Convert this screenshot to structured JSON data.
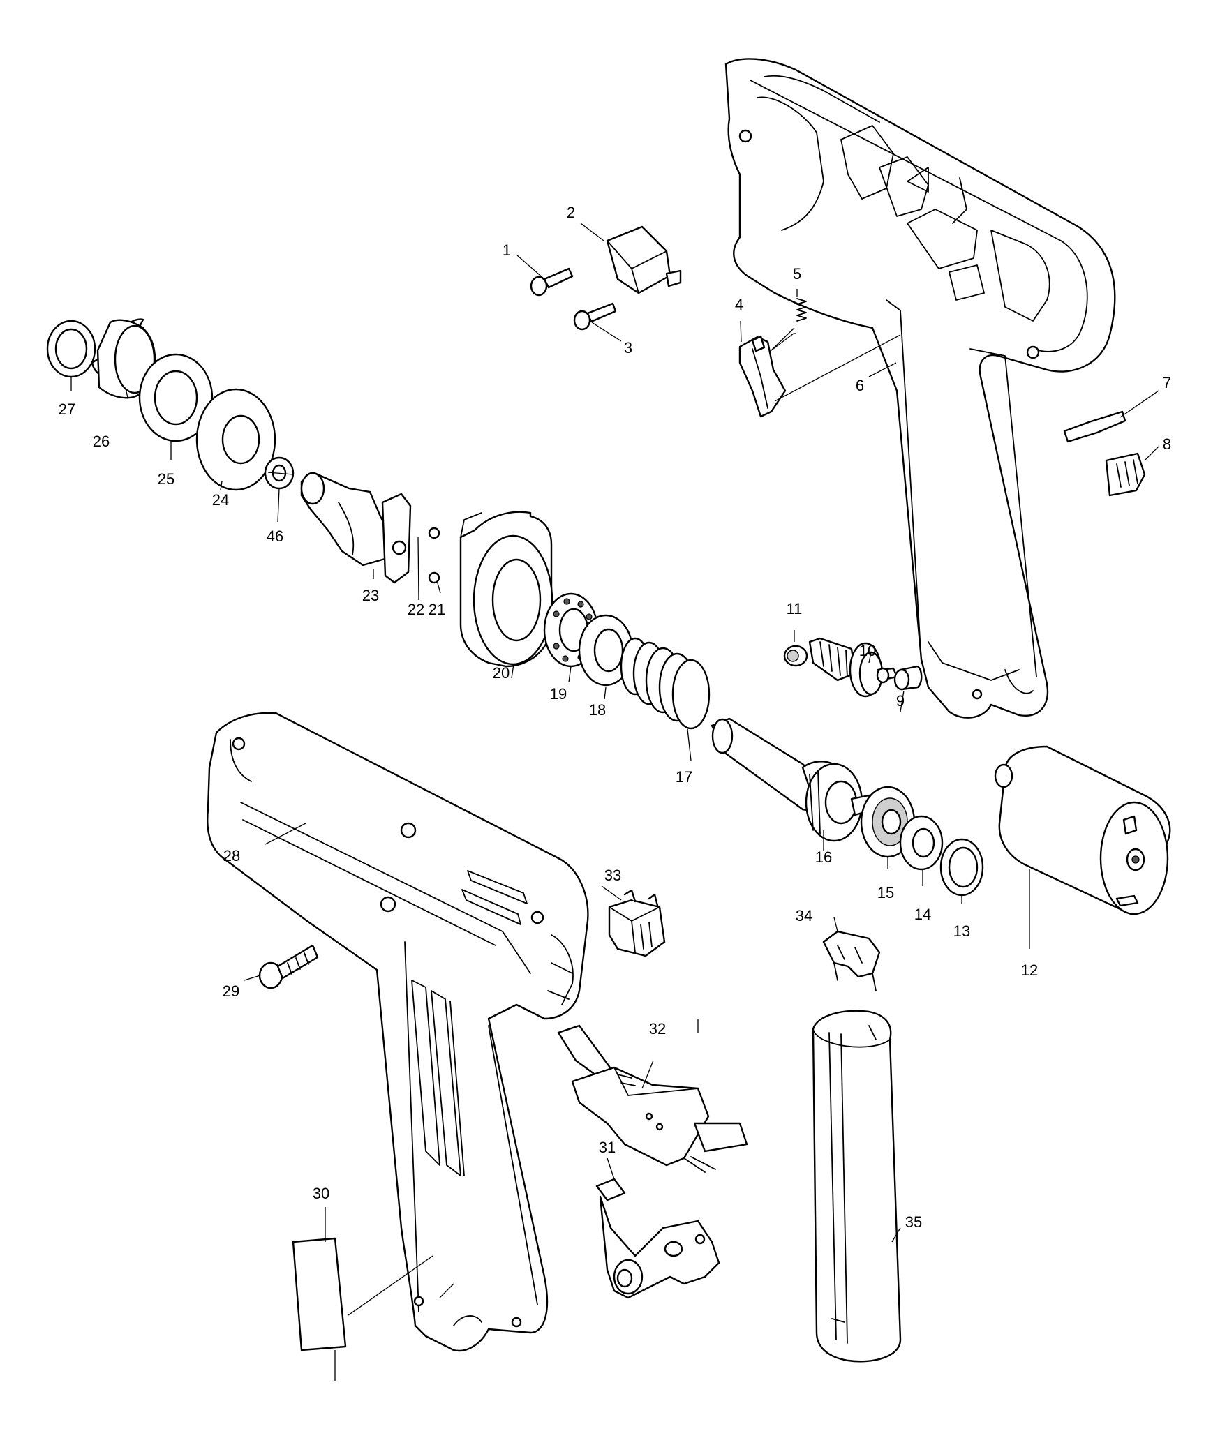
{
  "diagram": {
    "callouts": [
      {
        "id": "c1",
        "label": "1"
      },
      {
        "id": "c2",
        "label": "2"
      },
      {
        "id": "c3",
        "label": "3"
      },
      {
        "id": "c4",
        "label": "4"
      },
      {
        "id": "c5",
        "label": "5"
      },
      {
        "id": "c6",
        "label": "6"
      },
      {
        "id": "c7",
        "label": "7"
      },
      {
        "id": "c8",
        "label": "8"
      },
      {
        "id": "c9",
        "label": "9"
      },
      {
        "id": "c10",
        "label": "10"
      },
      {
        "id": "c11",
        "label": "11"
      },
      {
        "id": "c12",
        "label": "12"
      },
      {
        "id": "c13",
        "label": "13"
      },
      {
        "id": "c14",
        "label": "14"
      },
      {
        "id": "c15",
        "label": "15"
      },
      {
        "id": "c16",
        "label": "16"
      },
      {
        "id": "c17",
        "label": "17"
      },
      {
        "id": "c18",
        "label": "18"
      },
      {
        "id": "c19",
        "label": "19"
      },
      {
        "id": "c20",
        "label": "20"
      },
      {
        "id": "c21",
        "label": "21"
      },
      {
        "id": "c22",
        "label": "22"
      },
      {
        "id": "c23",
        "label": "23"
      },
      {
        "id": "c24",
        "label": "24"
      },
      {
        "id": "c25",
        "label": "25"
      },
      {
        "id": "c26",
        "label": "26"
      },
      {
        "id": "c27",
        "label": "27"
      },
      {
        "id": "c28",
        "label": "28"
      },
      {
        "id": "c29",
        "label": "29"
      },
      {
        "id": "c30",
        "label": "30"
      },
      {
        "id": "c31",
        "label": "31"
      },
      {
        "id": "c32",
        "label": "32"
      },
      {
        "id": "c33",
        "label": "33"
      },
      {
        "id": "c34",
        "label": "34"
      },
      {
        "id": "c35",
        "label": "35"
      },
      {
        "id": "c46",
        "label": "46"
      }
    ]
  }
}
